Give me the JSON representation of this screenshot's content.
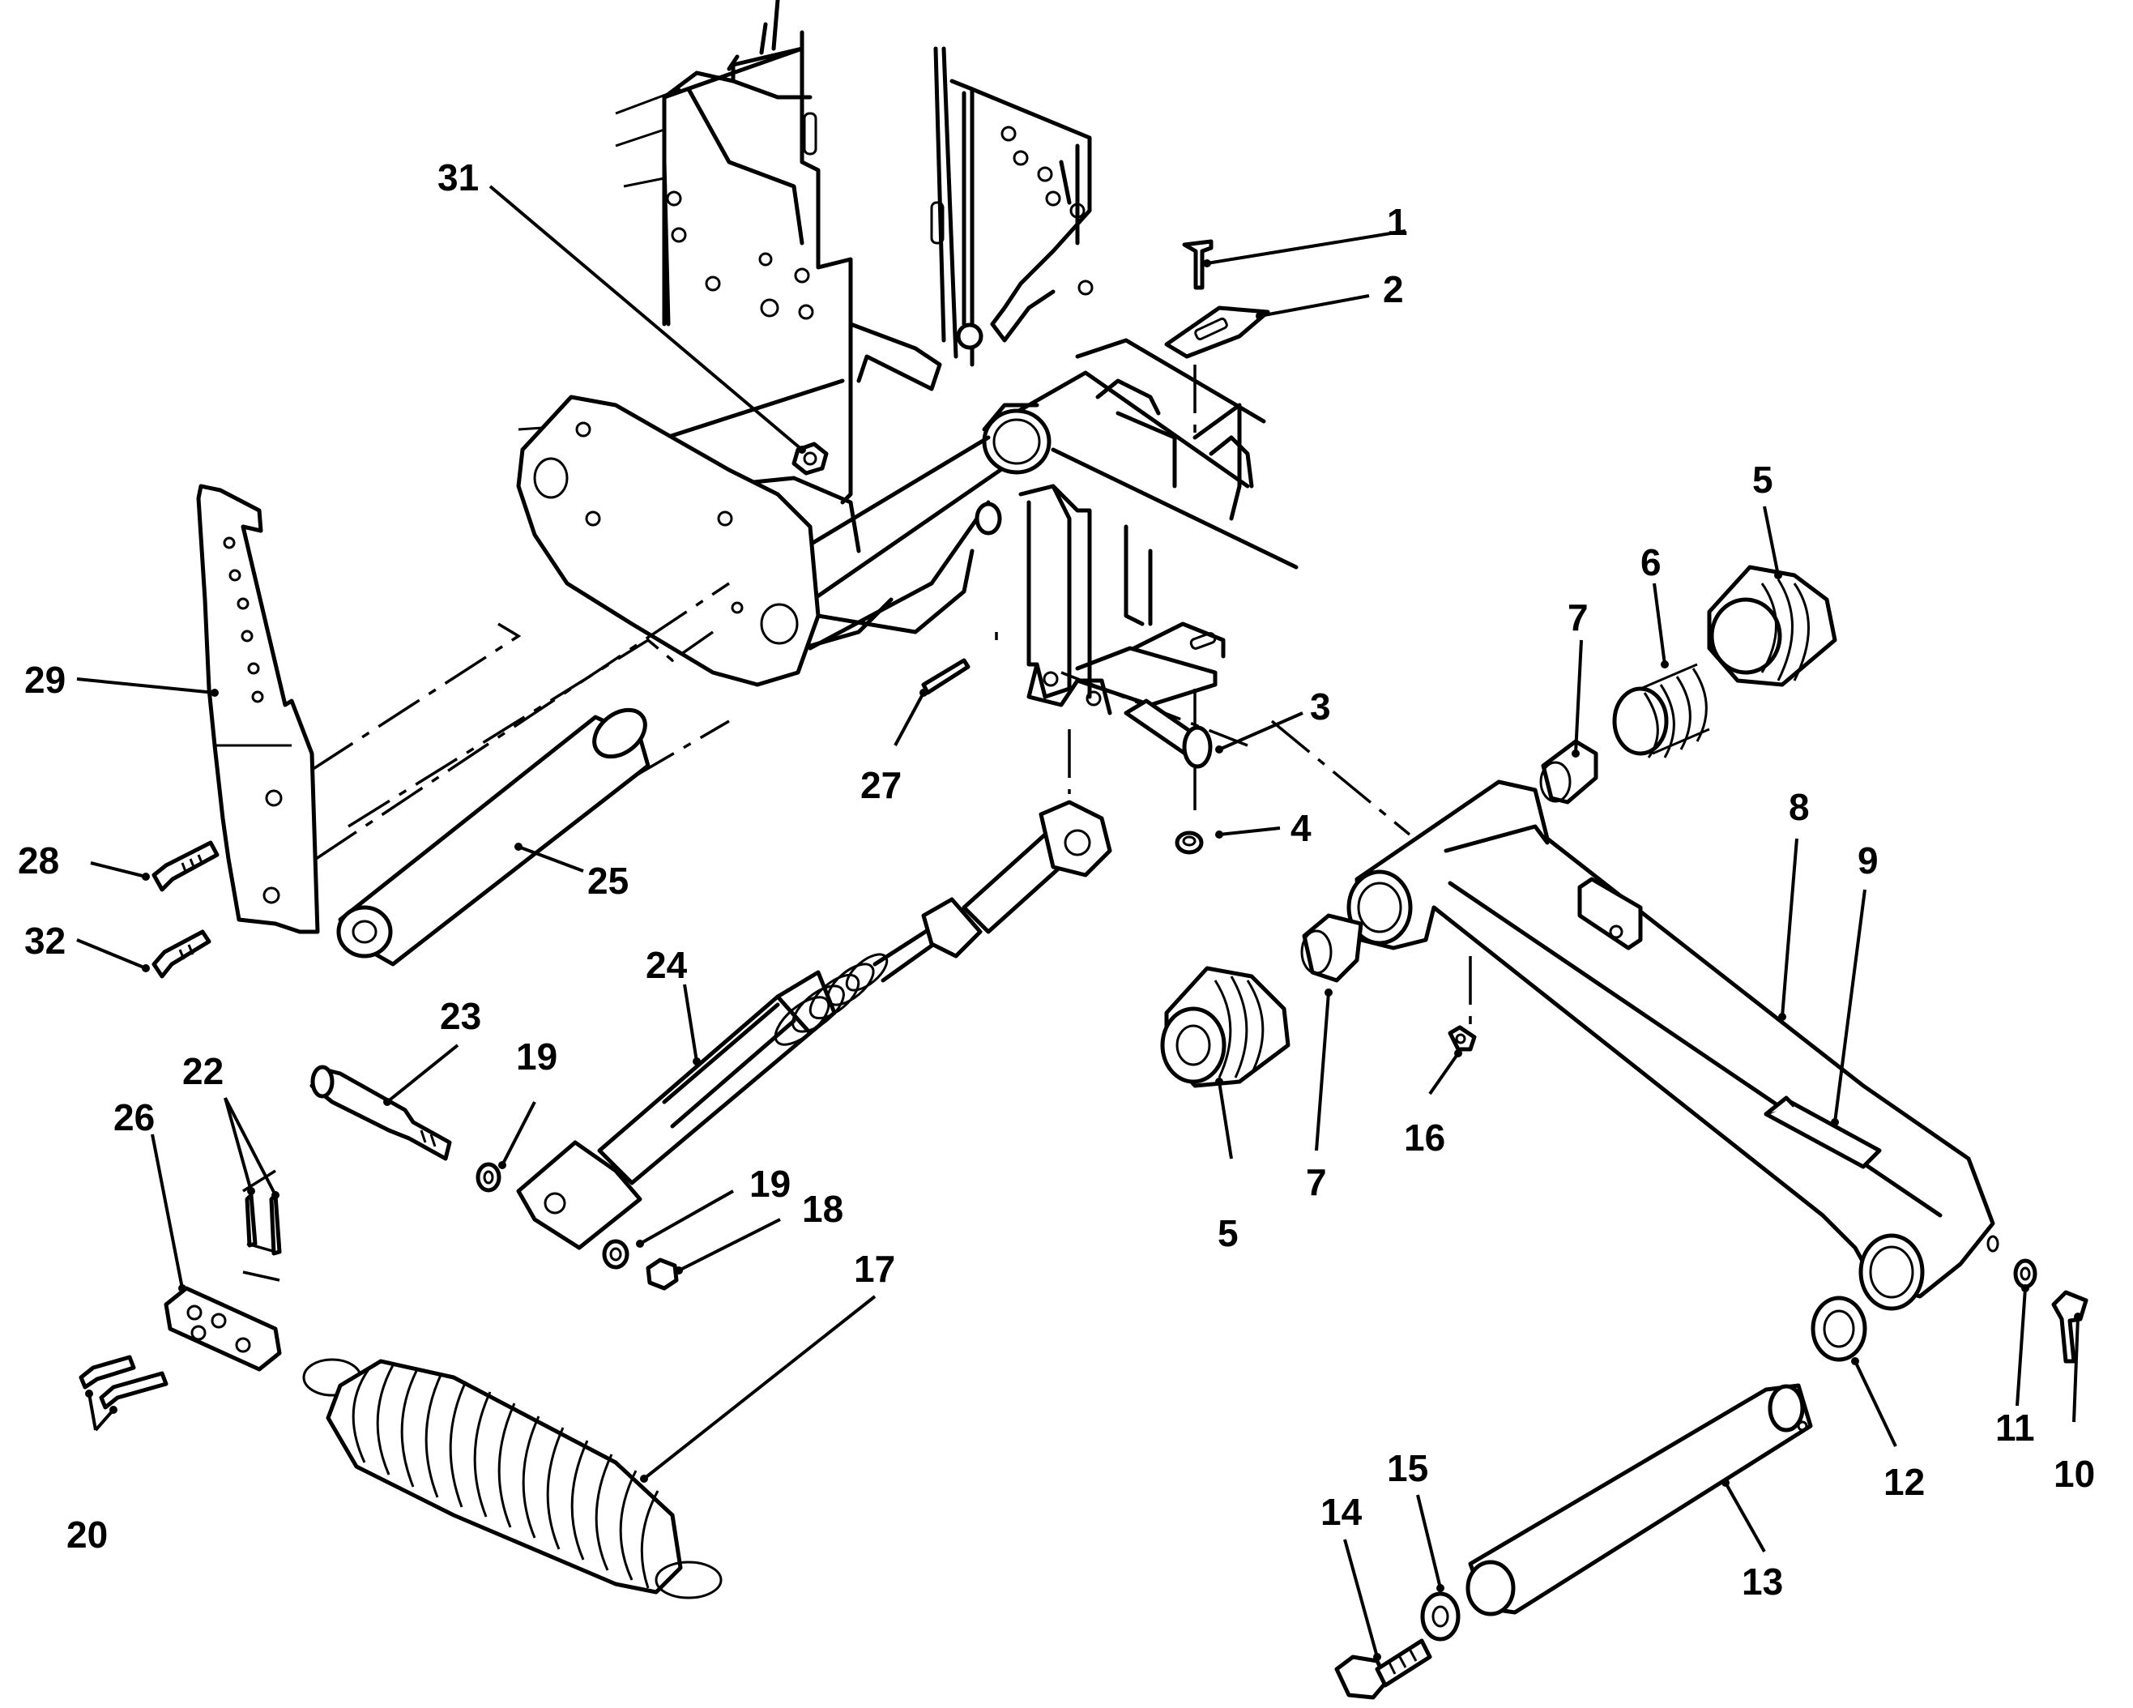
{
  "diagram": {
    "callouts": [
      {
        "id": "c1",
        "label": "1"
      },
      {
        "id": "c2",
        "label": "2"
      },
      {
        "id": "c3",
        "label": "3"
      },
      {
        "id": "c4",
        "label": "4"
      },
      {
        "id": "c5a",
        "label": "5"
      },
      {
        "id": "c5b",
        "label": "5"
      },
      {
        "id": "c6",
        "label": "6"
      },
      {
        "id": "c7a",
        "label": "7"
      },
      {
        "id": "c7b",
        "label": "7"
      },
      {
        "id": "c8",
        "label": "8"
      },
      {
        "id": "c9",
        "label": "9"
      },
      {
        "id": "c10",
        "label": "10"
      },
      {
        "id": "c11",
        "label": "11"
      },
      {
        "id": "c12",
        "label": "12"
      },
      {
        "id": "c13",
        "label": "13"
      },
      {
        "id": "c14",
        "label": "14"
      },
      {
        "id": "c15",
        "label": "15"
      },
      {
        "id": "c16",
        "label": "16"
      },
      {
        "id": "c17",
        "label": "17"
      },
      {
        "id": "c18",
        "label": "18"
      },
      {
        "id": "c19a",
        "label": "19"
      },
      {
        "id": "c19b",
        "label": "19"
      },
      {
        "id": "c20",
        "label": "20"
      },
      {
        "id": "c22",
        "label": "22"
      },
      {
        "id": "c23",
        "label": "23"
      },
      {
        "id": "c24",
        "label": "24"
      },
      {
        "id": "c25",
        "label": "25"
      },
      {
        "id": "c26",
        "label": "26"
      },
      {
        "id": "c27",
        "label": "27"
      },
      {
        "id": "c28",
        "label": "28"
      },
      {
        "id": "c29",
        "label": "29"
      },
      {
        "id": "c31",
        "label": "31"
      },
      {
        "id": "c32",
        "label": "32"
      }
    ]
  }
}
